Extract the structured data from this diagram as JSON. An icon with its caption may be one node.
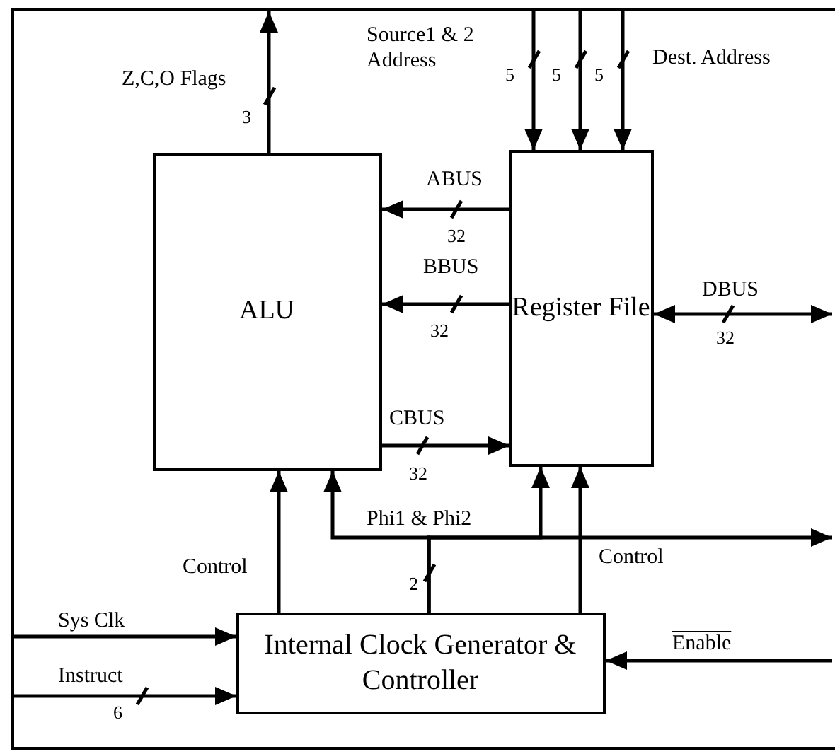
{
  "diagram": {
    "nodes": [
      {
        "text": [],
        "shape": "box"
      },
      {
        "text": [
          "ALU"
        ],
        "in": 0
      },
      {
        "text": [
          "Register File"
        ],
        "in": 0
      },
      {
        "text": [
          "Internal Clock Generator & Controller"
        ],
        "in": 0
      }
    ],
    "edges": [
      {
        "from": 1,
        "to": null,
        "arrow": "to",
        "label": "Z,C,O Flags"
      },
      {
        "from": null,
        "to": 2,
        "arrow": "to",
        "label": "Source1 & 2 Address"
      },
      {
        "from": null,
        "to": 2,
        "arrow": "to"
      },
      {
        "from": null,
        "to": 2,
        "arrow": "to",
        "label": "Dest. Address"
      },
      {
        "from": 2,
        "to": 1,
        "arrow": "to",
        "label": "ABUS"
      },
      {
        "from": 2,
        "to": 1,
        "arrow": "to",
        "label": "BBUS"
      },
      {
        "from": 1,
        "to": 2,
        "arrow": "to",
        "label": "CBUS"
      },
      {
        "from": 2,
        "to": null,
        "arrow": "both",
        "label": "DBUS"
      },
      {
        "from": 3,
        "to": 1,
        "arrow": "to",
        "label": "Control"
      },
      {
        "from": 3,
        "to": 1,
        "arrow": "to",
        "label": "Phi1 & Phi2"
      },
      {
        "from": 3,
        "to": 2,
        "arrow": "to"
      },
      {
        "from": 3,
        "to": null,
        "arrow": "to"
      },
      {
        "from": 3,
        "to": 2,
        "arrow": "to",
        "label": "Control"
      },
      {
        "from": null,
        "to": 3,
        "arrow": "to",
        "label": "Sys Clk"
      },
      {
        "from": null,
        "to": 3,
        "arrow": "to",
        "label": "Instruct"
      },
      {
        "from": null,
        "to": 3,
        "arrow": "to",
        "label": "Enable"
      }
    ],
    "labels": [
      "3",
      "5",
      "5",
      "5",
      "32",
      "32",
      "32",
      "32",
      "2",
      "6"
    ]
  }
}
